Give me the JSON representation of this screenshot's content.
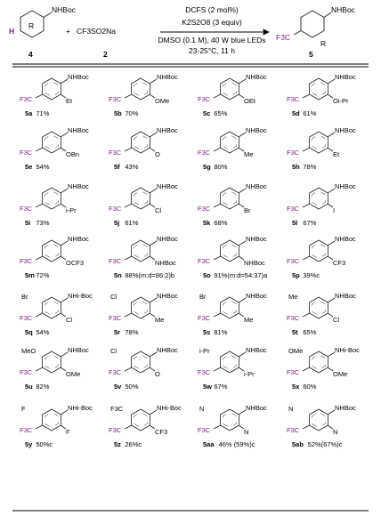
{
  "colors": {
    "cf3": "#7a1a7a",
    "h": "#7a1a7a",
    "bond": "#222222",
    "rule": "#000000"
  },
  "scheme": {
    "start_label": "4",
    "reagent_formula": "CF3SO2Na",
    "reagent_label": "2",
    "plus": "+",
    "cond1": "DCFS (2 mol%)",
    "cond2": "K2S2O8 (3 equiv)",
    "cond3": "DMSO (0.1 M), 40 W blue LEDs",
    "cond4": "23-25°C, 11 h",
    "product_label": "5"
  },
  "groups": {
    "nhboc": "NHBoc",
    "cf3": "F3C",
    "cf3_up": "CF3",
    "nhiboc": "NHi-Boc",
    "h": "H",
    "r": "R",
    "boc": "Boc",
    "nh": "NH"
  },
  "compounds": [
    {
      "id": "5a",
      "sub": "Et",
      "yield": "71%"
    },
    {
      "id": "5b",
      "sub": "OMe",
      "yield": "70%"
    },
    {
      "id": "5c",
      "sub": "OEt",
      "yield": "65%"
    },
    {
      "id": "5d",
      "sub": "Oi-Pr",
      "yield": "61%"
    },
    {
      "id": "5e",
      "sub": "OBn",
      "yield": "54%"
    },
    {
      "id": "5f",
      "sub": "O",
      "yield": "43%"
    },
    {
      "id": "5g",
      "sub": "Me",
      "yield": "80%"
    },
    {
      "id": "5h",
      "sub": "Et",
      "yield": "78%"
    },
    {
      "id": "5i",
      "sub": "i-Pr",
      "yield": "73%"
    },
    {
      "id": "5j",
      "sub": "Cl",
      "yield": "61%"
    },
    {
      "id": "5k",
      "sub": "Br",
      "yield": "68%"
    },
    {
      "id": "5l",
      "sub": "I",
      "yield": "67%"
    },
    {
      "id": "5m",
      "sub": "OCF3",
      "yield": "72%"
    },
    {
      "id": "5n",
      "sub": "NHBoc",
      "yield": "88%(m:d=86:2)b"
    },
    {
      "id": "5o",
      "sub": "NHBoc",
      "yield": "91%(m:d=54:37)a"
    },
    {
      "id": "5p",
      "sub": "CF3",
      "yield": "39%c"
    },
    {
      "id": "5q",
      "sub": "Cl",
      "sub2": "Br",
      "yield": "54%"
    },
    {
      "id": "5r",
      "sub": "Me",
      "sub2": "Cl",
      "yield": "78%"
    },
    {
      "id": "5s",
      "sub": "Me",
      "sub2": "Br",
      "yield": "81%"
    },
    {
      "id": "5t",
      "sub": "Cl",
      "sub2": "Me",
      "yield": "65%"
    },
    {
      "id": "5u",
      "sub": "OMe",
      "sub2": "MeO",
      "yield": "82%"
    },
    {
      "id": "5v",
      "sub": "O",
      "sub2": "Cl",
      "yield": "50%"
    },
    {
      "id": "5w",
      "sub": "i-Pr",
      "sub2": "i-Pr",
      "yield": "67%"
    },
    {
      "id": "5x",
      "sub": "OMe",
      "sub2": "OMe",
      "yield": "60%"
    },
    {
      "id": "5y",
      "sub": "F",
      "sub2": "F",
      "yield": "50%c"
    },
    {
      "id": "5z",
      "sub": "CF3",
      "sub2": "F3C",
      "yield": "26%c"
    },
    {
      "id": "5aa",
      "sub": "N",
      "sub2": "N",
      "yield": "46% (59%)c"
    },
    {
      "id": "5ab",
      "sub": "N",
      "sub2": "N",
      "yield": "52%(67%)c"
    }
  ]
}
